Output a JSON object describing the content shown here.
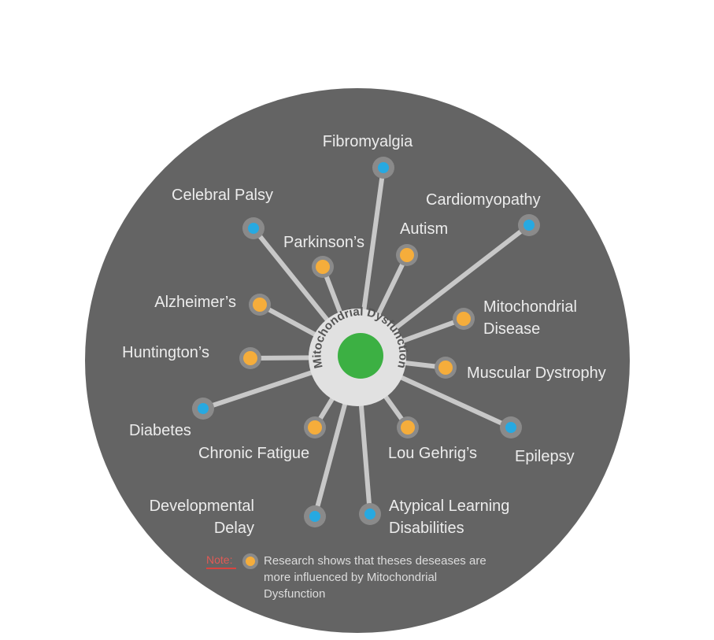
{
  "center": {
    "label": "Mitochondrial Dysfunction",
    "color": "#3cb043"
  },
  "colors": {
    "background_disc": "#646464",
    "connector": "#c8c8c8",
    "node_ring": "#8a8a8a",
    "more_influenced": "#f5ad3b",
    "other": "#27a9e1",
    "text": "#ececec",
    "note_label": "#e05a55"
  },
  "nodes": [
    {
      "id": "fibromyalgia",
      "label": "Fibromyalgia",
      "group": "other"
    },
    {
      "id": "cardiomyopathy",
      "label": "Cardiomyopathy",
      "group": "other"
    },
    {
      "id": "celebral-palsy",
      "label": "Celebral Palsy",
      "group": "other"
    },
    {
      "id": "parkinsons",
      "label": "Parkinson’s",
      "group": "more_influenced"
    },
    {
      "id": "autism",
      "label": "Autism",
      "group": "more_influenced"
    },
    {
      "id": "alzheimers",
      "label": "Alzheimer’s",
      "group": "more_influenced"
    },
    {
      "id": "mitochondrial-disease",
      "label": "Mitochondrial\nDisease",
      "group": "more_influenced"
    },
    {
      "id": "huntingtons",
      "label": "Huntington’s",
      "group": "more_influenced"
    },
    {
      "id": "muscular-dystrophy",
      "label": "Muscular Dystrophy",
      "group": "more_influenced"
    },
    {
      "id": "diabetes",
      "label": "Diabetes",
      "group": "other"
    },
    {
      "id": "chronic-fatigue",
      "label": "Chronic Fatigue",
      "group": "more_influenced"
    },
    {
      "id": "lou-gehrigs",
      "label": "Lou Gehrig’s",
      "group": "more_influenced"
    },
    {
      "id": "epilepsy",
      "label": "Epilepsy",
      "group": "other"
    },
    {
      "id": "developmental-delay",
      "label": "Developmental\nDelay",
      "group": "other"
    },
    {
      "id": "atypical-learning",
      "label": "Atypical Learning\nDisabilities",
      "group": "other"
    }
  ],
  "note": {
    "label": "Note:",
    "text": "Research shows that theses deseases are more influenced by Mitochondrial Dysfunction"
  }
}
